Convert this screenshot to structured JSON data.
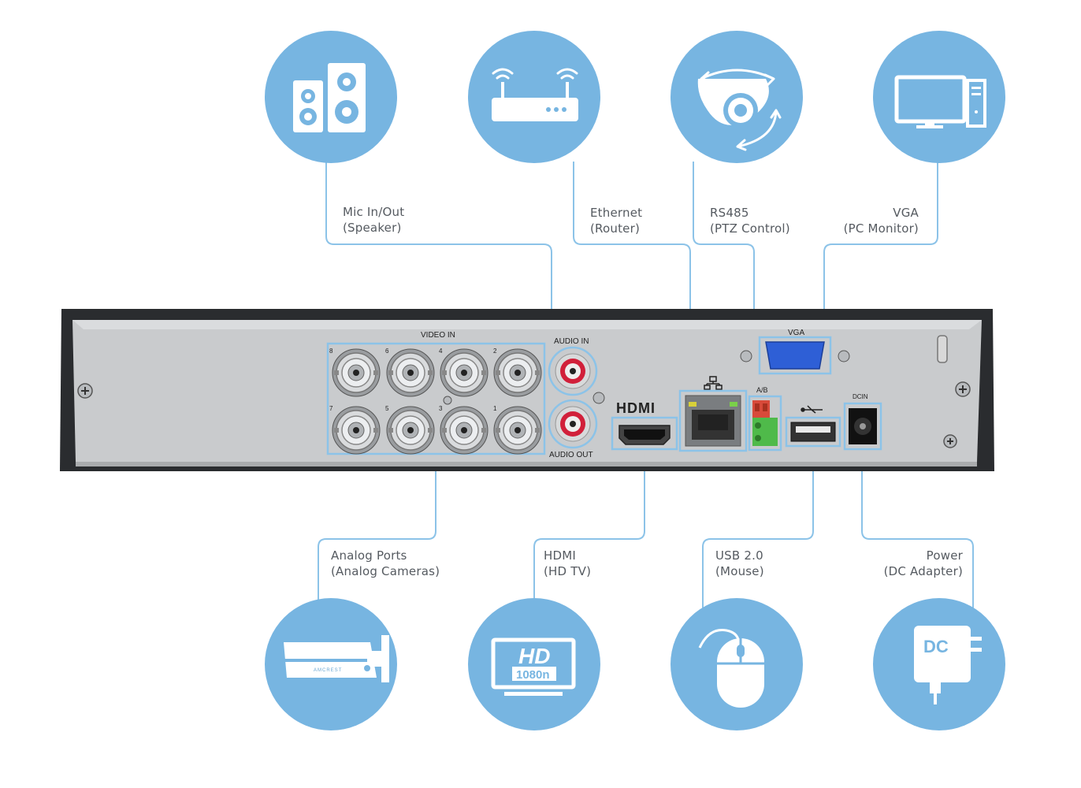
{
  "colors": {
    "circle": "#77b5e1",
    "connector": "#8cc3e8",
    "icon": "#ffffff",
    "panel": "#c9cbcd",
    "chassis": "#2a2c2f",
    "vga_port": "#2e5fd6",
    "rs485_block": "#4fba4a",
    "rca_ring": "#d1203a"
  },
  "top_devices": [
    {
      "id": "mic",
      "icon": "speakers-icon",
      "line1": "Mic In/Out",
      "line2": "(Speaker)"
    },
    {
      "id": "ethernet",
      "icon": "router-icon",
      "line1": "Ethernet",
      "line2": "(Router)"
    },
    {
      "id": "rs485",
      "icon": "ptz-camera-icon",
      "line1": "RS485",
      "line2": "(PTZ Control)"
    },
    {
      "id": "vga",
      "icon": "pc-monitor-icon",
      "line1": "VGA",
      "line2": "(PC Monitor)"
    }
  ],
  "bottom_devices": [
    {
      "id": "analog",
      "icon": "bullet-camera-icon",
      "line1": "Analog Ports",
      "line2": "(Analog Cameras)"
    },
    {
      "id": "hdmi",
      "icon": "hd-tv-icon",
      "line1": "HDMI",
      "line2": "(HD TV)"
    },
    {
      "id": "usb",
      "icon": "mouse-icon",
      "line1": "USB 2.0",
      "line2": "(Mouse)"
    },
    {
      "id": "power",
      "icon": "dc-adapter-icon",
      "line1": "Power",
      "line2": "(DC Adapter)"
    }
  ],
  "panel": {
    "video_in": "VIDEO IN",
    "bnc_top": [
      "8",
      "6",
      "4",
      "2"
    ],
    "bnc_bottom": [
      "7",
      "5",
      "3",
      "1"
    ],
    "audio_in": "AUDIO IN",
    "audio_out": "AUDIO OUT",
    "hdmi_logo": "HDMI",
    "vga": "VGA",
    "ab": "A/B",
    "dcin": "DCIN"
  },
  "icons": {
    "camera_brand": "AMCREST",
    "hd": "HD",
    "hd_res": "1080n",
    "dc": "DC"
  }
}
